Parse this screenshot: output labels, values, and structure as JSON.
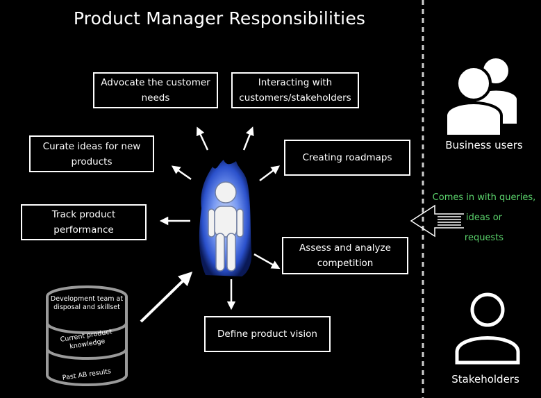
{
  "title": "Product Manager Responsibilities",
  "responsibilities": {
    "advocate": "Advocate the customer needs",
    "interacting": "Interacting with customers/stakeholders",
    "curate": "Curate ideas for new products",
    "roadmaps": "Creating roadmaps",
    "track": "Track product performance",
    "assess": "Assess and analyze competition",
    "vision": "Define product vision"
  },
  "database": {
    "layer1": "Development team at disposal and skillset",
    "layer2": "Current product knowledge",
    "layer3": "Past AB results"
  },
  "right": {
    "business_users": "Business users",
    "stakeholders": "Stakeholders",
    "queries_line1": "Comes in with queries,",
    "queries_line2": "ideas or",
    "queries_line3": "requests"
  },
  "colors": {
    "background": "#000000",
    "foreground": "#ffffff",
    "accent_green": "#5bd36c",
    "glow_blue": "#3f6fe0"
  }
}
